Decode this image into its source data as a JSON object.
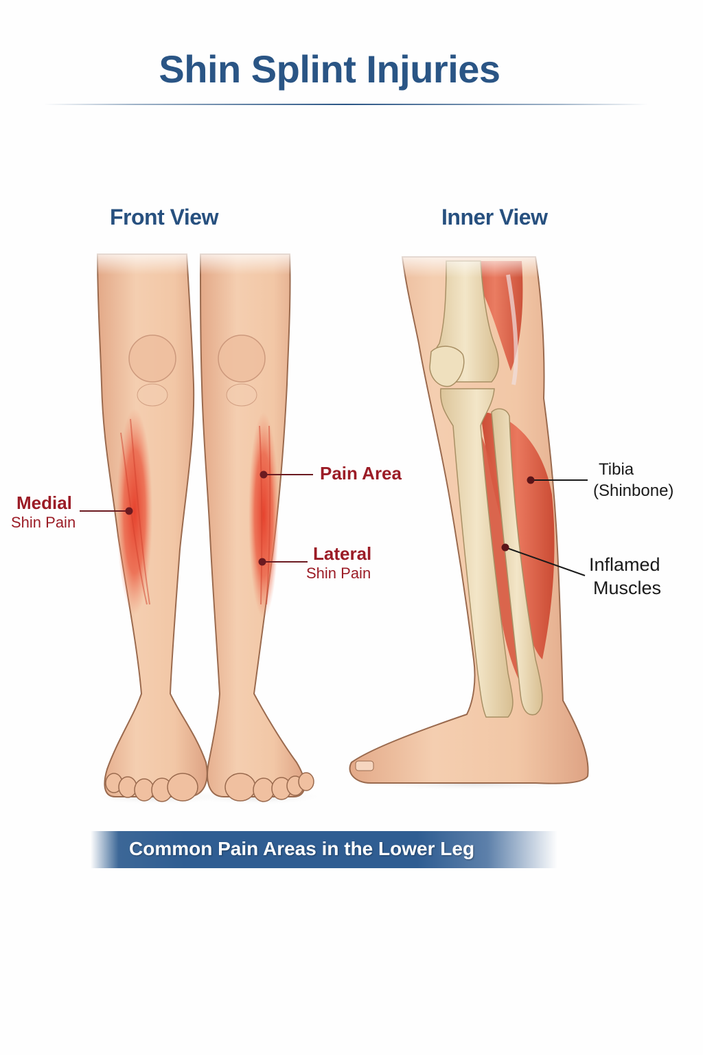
{
  "header": {
    "title": "Shin Splint Injuries"
  },
  "views": {
    "front": {
      "label": "Front View"
    },
    "inner": {
      "label": "Inner View"
    }
  },
  "front_callouts": {
    "medial": {
      "line1": "Medial",
      "line2": "Shin Pain"
    },
    "pain_area": {
      "label": "Pain Area"
    },
    "lateral": {
      "line1": "Lateral",
      "line2": "Shin Pain"
    }
  },
  "inner_callouts": {
    "tibia": {
      "line1": "Tibia",
      "line2": "(Shinbone)"
    },
    "inflamed": {
      "line1": "Inflamed",
      "line2": "Muscles"
    }
  },
  "footer": {
    "banner_text": "Common Pain Areas in the Lower Leg"
  },
  "colors": {
    "title_blue": "#2a5585",
    "callout_red": "#9b1c26",
    "skin": "#f0c4a2",
    "skin_outline": "#9a6a4e",
    "inflamed_red": "#e8533c",
    "bone": "#eedcb6",
    "banner_blue": "#2f5d92"
  }
}
